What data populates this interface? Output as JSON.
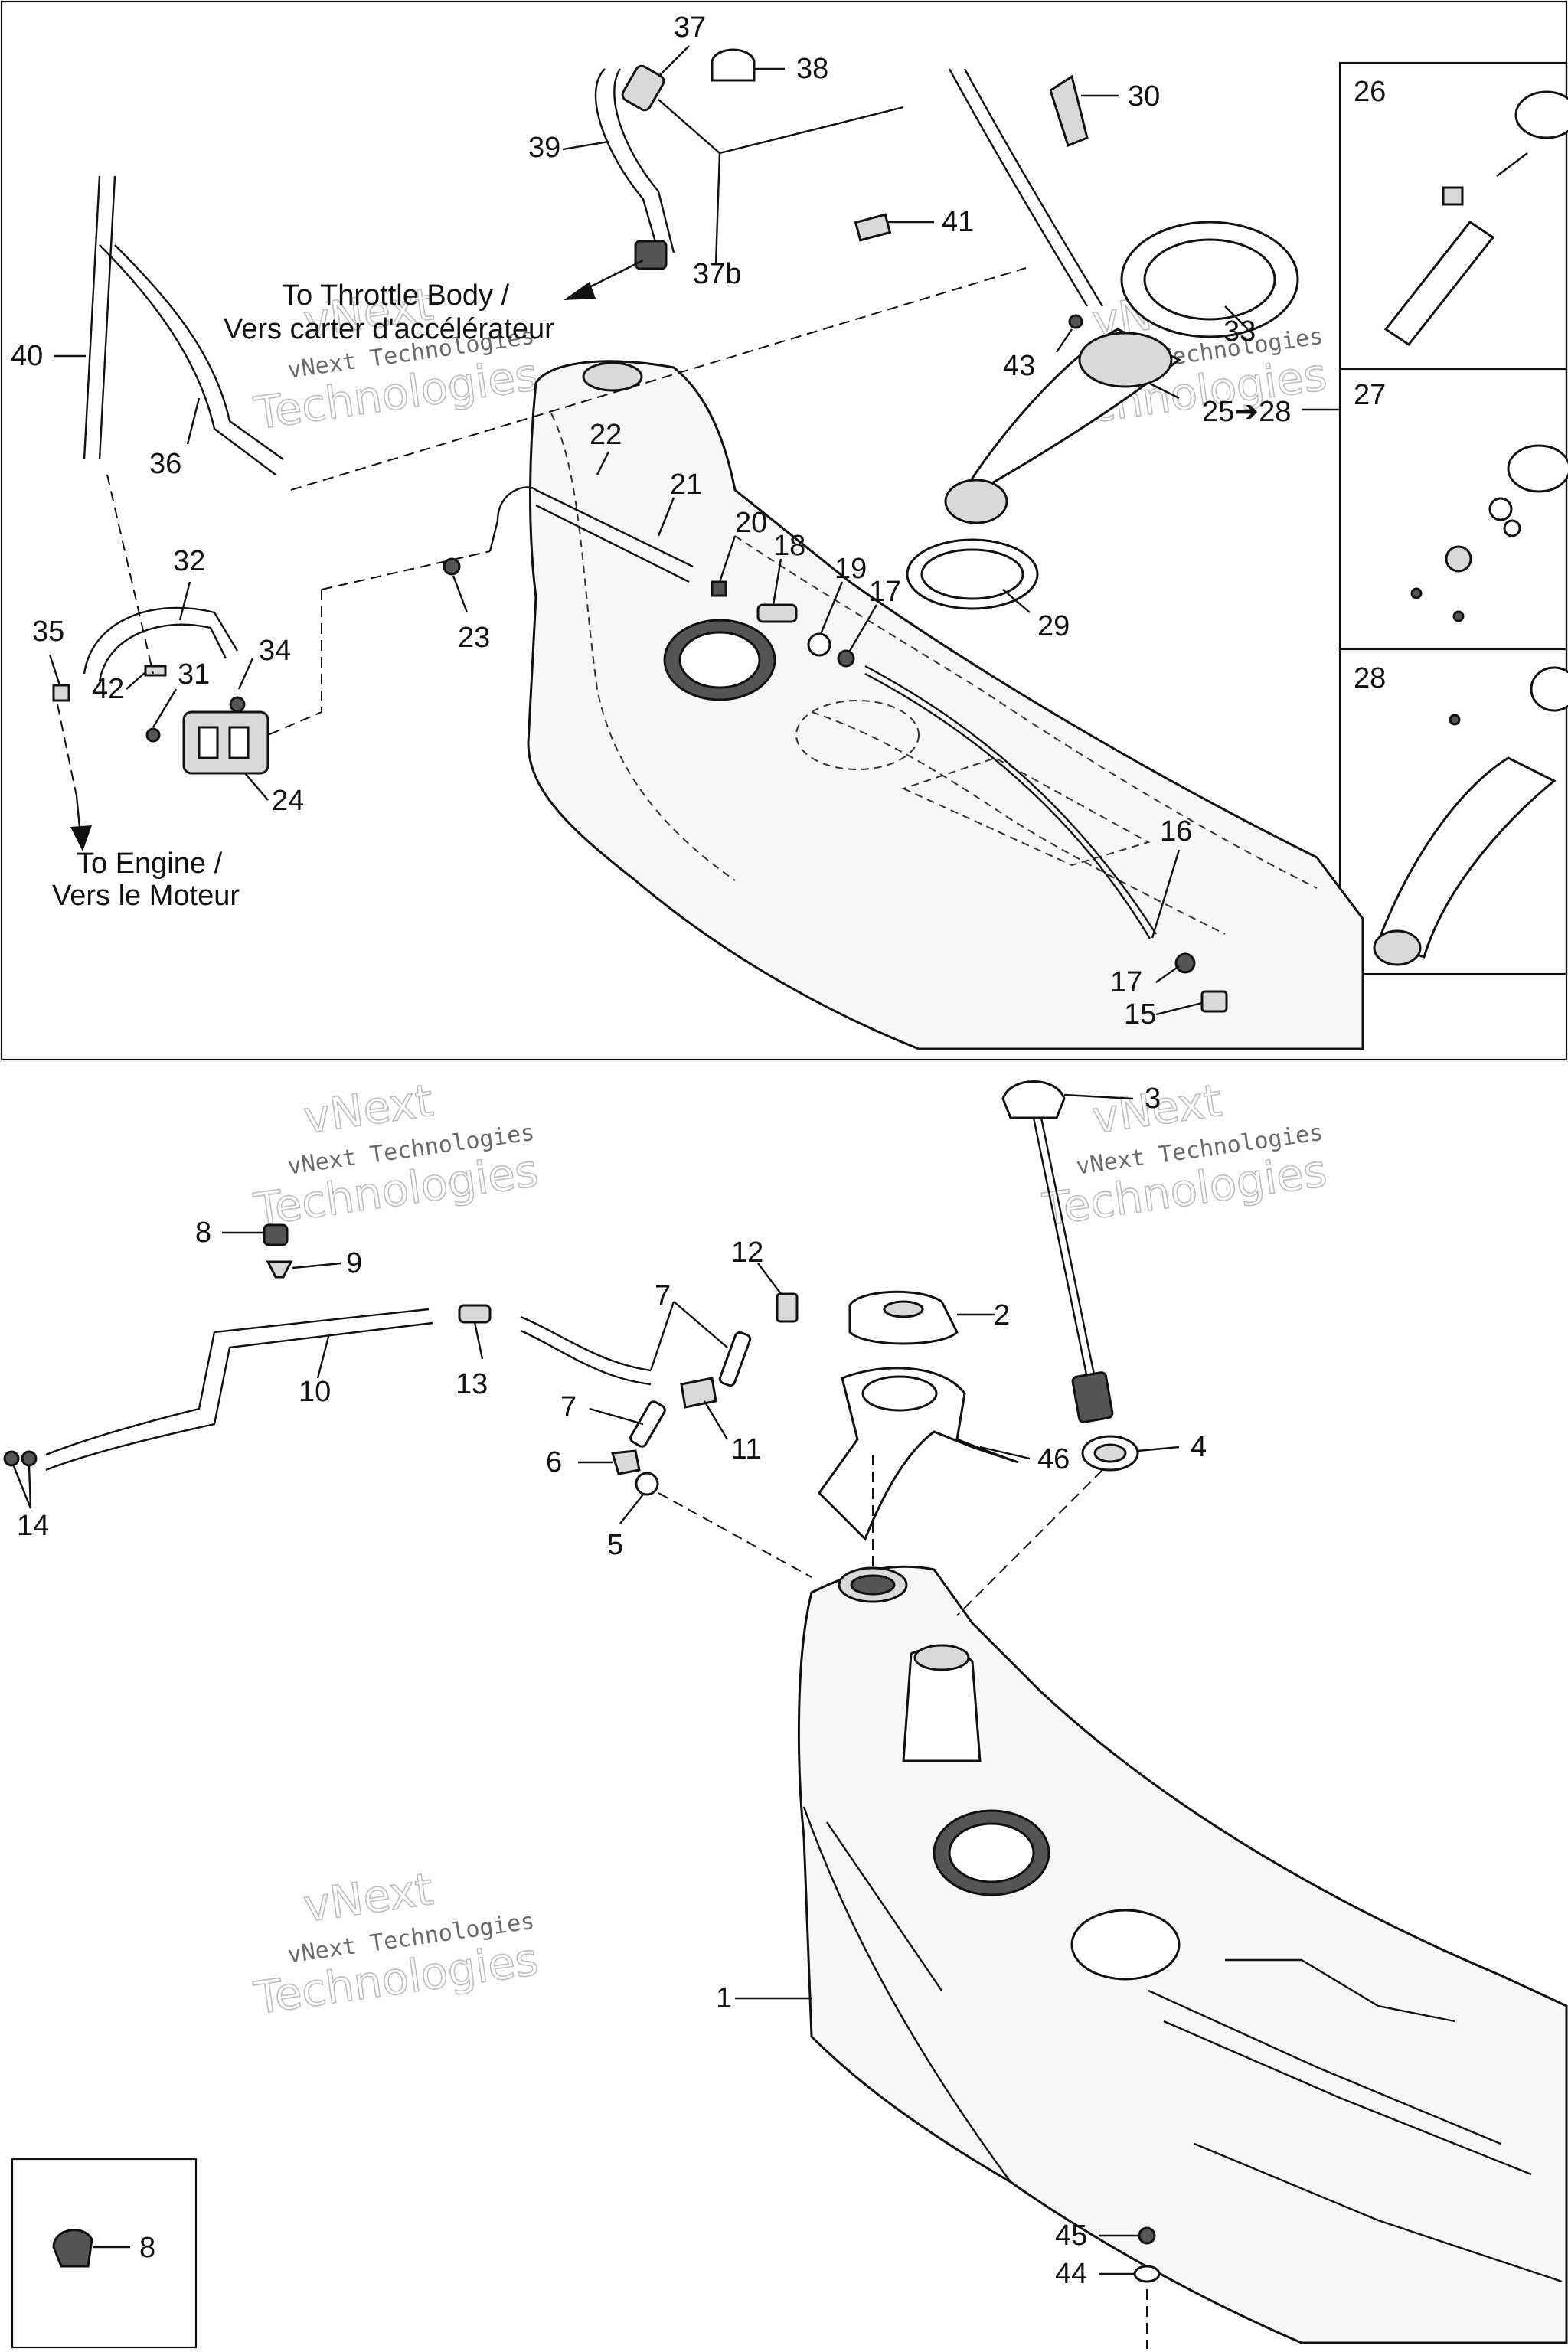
{
  "callouts": [
    {
      "id": "c1",
      "label": "1"
    },
    {
      "id": "c2",
      "label": "2"
    },
    {
      "id": "c3",
      "label": "3"
    },
    {
      "id": "c4",
      "label": "4"
    },
    {
      "id": "c5",
      "label": "5"
    },
    {
      "id": "c6",
      "label": "6"
    },
    {
      "id": "c7a",
      "label": "7"
    },
    {
      "id": "c7b",
      "label": "7"
    },
    {
      "id": "c8a",
      "label": "8"
    },
    {
      "id": "c8b",
      "label": "8"
    },
    {
      "id": "c9",
      "label": "9"
    },
    {
      "id": "c10",
      "label": "10"
    },
    {
      "id": "c11",
      "label": "11"
    },
    {
      "id": "c12",
      "label": "12"
    },
    {
      "id": "c13",
      "label": "13"
    },
    {
      "id": "c14",
      "label": "14"
    },
    {
      "id": "c15",
      "label": "15"
    },
    {
      "id": "c16",
      "label": "16"
    },
    {
      "id": "c17a",
      "label": "17"
    },
    {
      "id": "c17b",
      "label": "17"
    },
    {
      "id": "c18",
      "label": "18"
    },
    {
      "id": "c19",
      "label": "19"
    },
    {
      "id": "c20",
      "label": "20"
    },
    {
      "id": "c21",
      "label": "21"
    },
    {
      "id": "c22",
      "label": "22"
    },
    {
      "id": "c23",
      "label": "23"
    },
    {
      "id": "c24",
      "label": "24"
    },
    {
      "id": "c25",
      "label": "25➔28"
    },
    {
      "id": "c26",
      "label": "26"
    },
    {
      "id": "c27",
      "label": "27"
    },
    {
      "id": "c28",
      "label": "28"
    },
    {
      "id": "c29",
      "label": "29"
    },
    {
      "id": "c30",
      "label": "30"
    },
    {
      "id": "c31",
      "label": "31"
    },
    {
      "id": "c32",
      "label": "32"
    },
    {
      "id": "c33",
      "label": "33"
    },
    {
      "id": "c34",
      "label": "34"
    },
    {
      "id": "c35",
      "label": "35"
    },
    {
      "id": "c36",
      "label": "36"
    },
    {
      "id": "c37",
      "label": "37"
    },
    {
      "id": "c37b",
      "label": "37b"
    },
    {
      "id": "c38",
      "label": "38"
    },
    {
      "id": "c39",
      "label": "39"
    },
    {
      "id": "c40",
      "label": "40"
    },
    {
      "id": "c41",
      "label": "41"
    },
    {
      "id": "c42",
      "label": "42"
    },
    {
      "id": "c43",
      "label": "43"
    },
    {
      "id": "c44",
      "label": "44"
    },
    {
      "id": "c45",
      "label": "45"
    },
    {
      "id": "c46",
      "label": "46"
    }
  ],
  "notes": {
    "throttle_en": "To Throttle Body /",
    "throttle_fr": "Vers carter d'accélérateur",
    "engine_en": "To Engine /",
    "engine_fr": "Vers le Moteur"
  },
  "watermark": {
    "line1": "vNext",
    "line2": "vNext Technologies",
    "line3": "Technologies"
  }
}
